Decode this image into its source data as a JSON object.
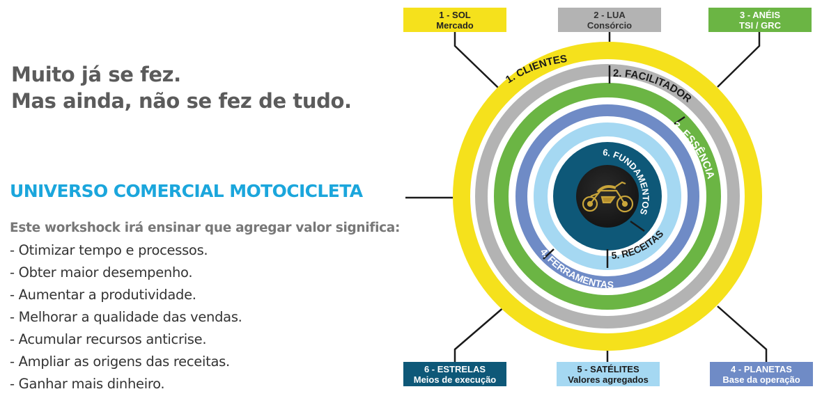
{
  "headline": {
    "line1": "Muito já se fez.",
    "line2": "Mas ainda, não se fez de tudo."
  },
  "title": "UNIVERSO COMERCIAL MOTOCICLETA",
  "intro": "Este workshock irá ensinar que agregar valor significa:",
  "bullets": [
    "- Otimizar tempo e processos.",
    "- Obter maior desempenho.",
    "- Aumentar a produtividade.",
    "- Melhorar a qualidade das vendas.",
    "- Acumular recursos anticrise.",
    "- Ampliar as origens das receitas.",
    "- Ganhar mais dinheiro."
  ],
  "colors": {
    "yellow": "#f5e11c",
    "gray": "#b3b3b3",
    "green": "#6bb544",
    "blue": "#6f8bc6",
    "light_blue": "#a5d8f2",
    "dark_blue": "#0e5878",
    "title_blue": "#1ba6dc"
  },
  "boxes": {
    "sol": {
      "line1": "1  -  SOL",
      "line2": "Mercado",
      "fill": "#f5e11c",
      "text_color": "#222222"
    },
    "lua": {
      "line1": "2  -  LUA",
      "line2": "Consórcio",
      "fill": "#b3b3b3",
      "text_color": "#333333"
    },
    "aneis": {
      "line1": "3  -  ANÉIS",
      "line2": "TSI / GRC",
      "fill": "#6bb544",
      "text_color": "#ffffff"
    },
    "planetas": {
      "line1": "4  -  PLANETAS",
      "line2": "Base da operação",
      "fill": "#6f8bc6",
      "text_color": "#ffffff"
    },
    "satelites": {
      "line1": "5  -  SATÉLITES",
      "line2": "Valores agregados",
      "fill": "#a5d8f2",
      "text_color": "#1a1a1a"
    },
    "estrelas": {
      "line1": "6  -  ESTRELAS",
      "line2": "Meios de execução",
      "fill": "#0e5878",
      "text_color": "#ffffff"
    }
  },
  "rings": {
    "clientes": "1. CLIENTES",
    "facilitador": "2. FACILITADOR",
    "essencia": "3. ESSÊNCIA",
    "ferramentas": "4. FERRAMENTAS",
    "receitas": "5. RECEITAS",
    "fundamentos": "6. FUNDAMENTOS"
  },
  "center_icon": "motorcycle-icon"
}
